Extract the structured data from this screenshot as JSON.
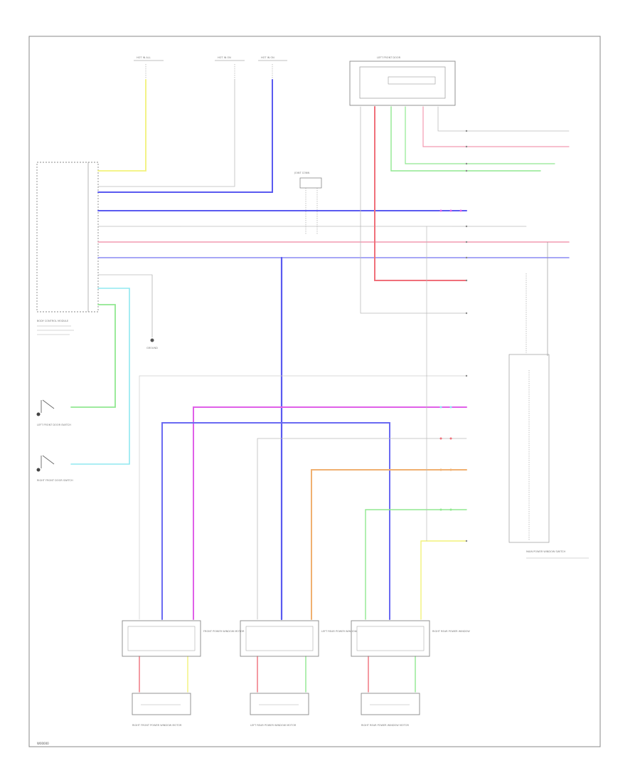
{
  "diagram": {
    "footer_code": "W00000",
    "fuse_box": {
      "label": "HOT IN ALL"
    },
    "ign_relay_1": {
      "label": "HOT IN ON"
    },
    "ign_relay_2": {
      "label": "HOT IN ON"
    },
    "connector_box": {
      "label": "LEFT FRONT DOOR"
    },
    "joint_connector": {
      "label": "JOINT CONN"
    },
    "bcm_block": {
      "label": "BODY CONTROL MODULE"
    },
    "ground_1": {
      "label": "GROUND"
    },
    "switch_lf": {
      "label": "LEFT FRONT DOOR SWITCH"
    },
    "switch_rf": {
      "label": "RIGHT FRONT DOOR SWITCH"
    },
    "main_switch": {
      "label": "MAIN POWER WINDOW SWITCH"
    },
    "module_1": {
      "label": "FRONT POWER WINDOW MOTOR"
    },
    "module_2": {
      "label": "LEFT REAR POWER WINDOW"
    },
    "module_3": {
      "label": "RIGHT REAR POWER WINDOW"
    },
    "motor_1": {
      "label": "RIGHT FRONT POWER WINDOW MOTOR"
    },
    "motor_2": {
      "label": "LEFT REAR POWER WINDOW MOTOR"
    },
    "motor_3": {
      "label": "RIGHT REAR POWER WINDOW MOTOR"
    },
    "wire_colors": {
      "yellow": "#f2f27a",
      "blue": "#5a5af0",
      "red": "#f0707a",
      "pink": "#f29ab0",
      "magenta": "#e060e8",
      "green": "#90e890",
      "cyan": "#90e8f0",
      "orange": "#f0b070",
      "gray": "#a8a8a8"
    }
  }
}
